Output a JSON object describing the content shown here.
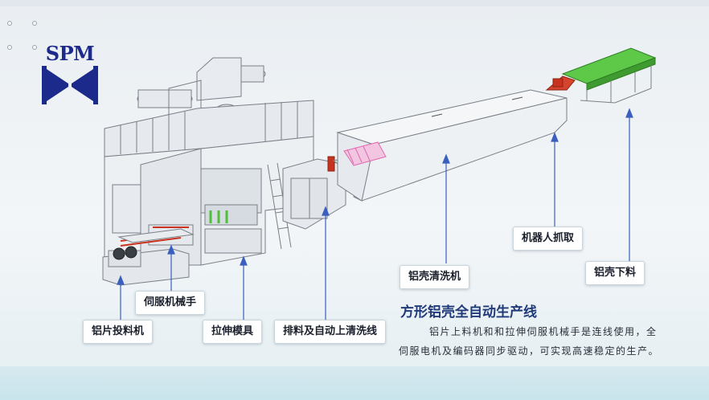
{
  "logo": {
    "text": "SPM",
    "color": "#1c2a8c"
  },
  "labels": {
    "robot_pick": "机器人抓取",
    "shell_washer": "铝壳清洗机",
    "shell_unload": "铝壳下料",
    "servo_manipulator": "伺服机械手",
    "sheet_feeder": "铝片投料机",
    "stretch_die": "拉伸模具",
    "discharge_washline": "排料及自动上清洗线"
  },
  "title": "方形铝壳全自动生产线",
  "description": {
    "line1": "铝片上料机和和拉伸伺服机械手是连线使用，全",
    "line2": "伺服电机及编码器同步驱动，可实现高速稳定的生产。"
  },
  "colors": {
    "callout_line": "#3a5fbf",
    "machine_outline": "#7a8088",
    "conveyor_green": "#4fbf3a",
    "robot_red": "#c8321e",
    "trays_pink": "#e06ab0"
  }
}
